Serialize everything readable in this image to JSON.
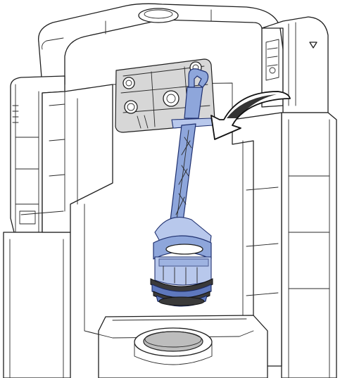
{
  "figure": {
    "elements": [
      "cistern-frame",
      "mounting-plate",
      "flush-valve-tool",
      "rotation-arrow",
      "drain-outlet"
    ],
    "colors": {
      "tool_fill": "#8ea6db",
      "tool_light": "#b8c8ec",
      "tool_stroke": "#1e2f6e",
      "plate_fill": "#d7d7d7",
      "line": "#1f1f1f",
      "arrow": "#111111"
    },
    "icons": [
      "curved-arrow-icon",
      "triangle-marker-icon"
    ]
  }
}
